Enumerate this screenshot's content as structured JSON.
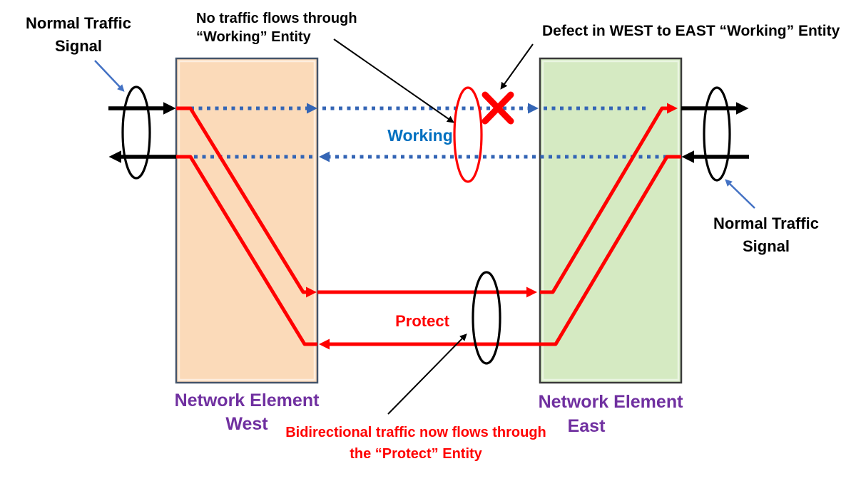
{
  "colors": {
    "red": "#FF0000",
    "dotted_blue": "#3465B5",
    "working_label_blue": "#0070C0",
    "annotation_blue": "#4472C4",
    "purple": "#7030A0",
    "black": "#000000",
    "west_fill": "#FBDAB9",
    "west_border": "#44546A",
    "east_fill": "#D5EAC2",
    "east_border": "#3A3A3A"
  },
  "labels": {
    "normal_traffic_left": [
      "Normal Traffic",
      "Signal"
    ],
    "no_traffic": [
      "No traffic flows through",
      "“Working” Entity"
    ],
    "defect": "Defect in WEST to EAST “Working” Entity",
    "working": "Working",
    "protect": "Protect",
    "normal_traffic_right": [
      "Normal Traffic",
      "Signal"
    ],
    "ne_west": [
      "Network Element",
      "West"
    ],
    "ne_east": [
      "Network Element",
      "East"
    ],
    "bidirectional": [
      "Bidirectional traffic now flows through",
      "the “Protect” Entity"
    ]
  }
}
